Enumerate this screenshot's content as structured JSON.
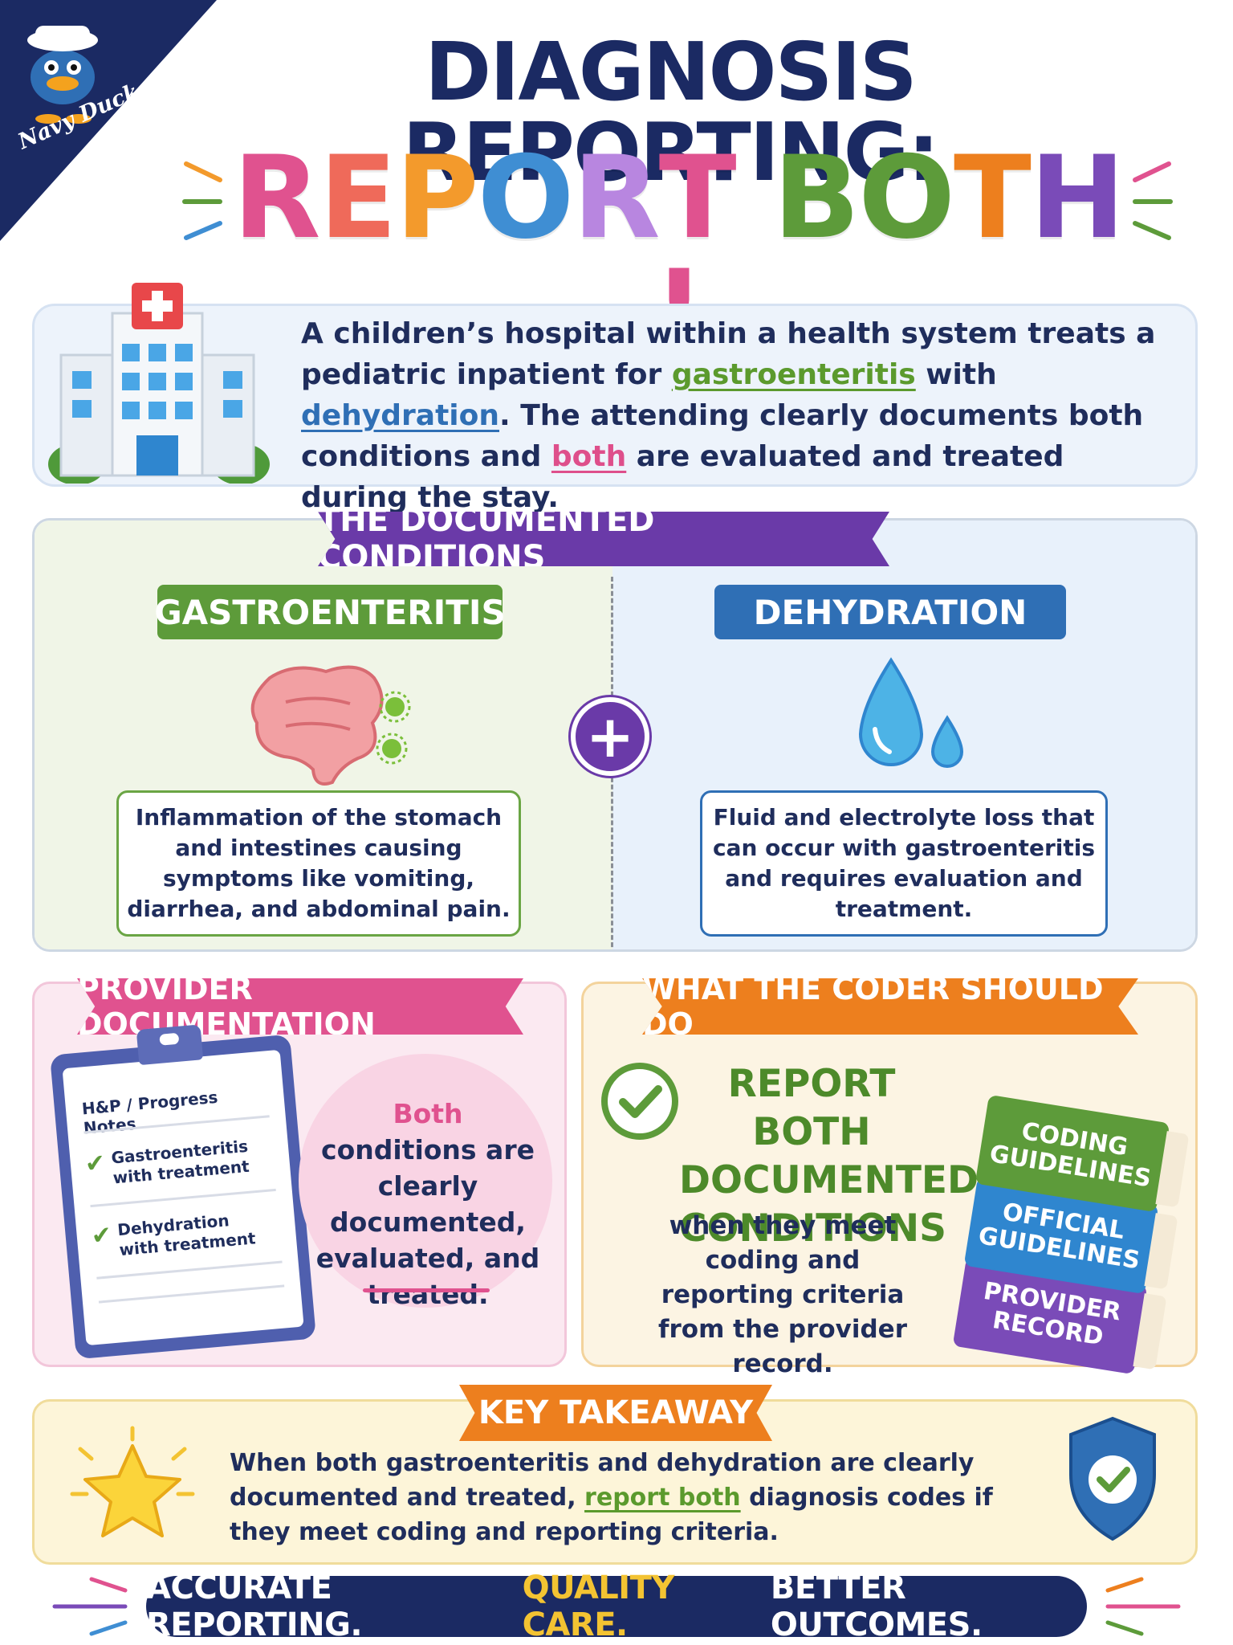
{
  "logo": {
    "text": "Navy Duck",
    "icon": "duck-icon"
  },
  "title": {
    "line1": "DIAGNOSIS REPORTING:",
    "line2_letters": [
      {
        "char": "R",
        "color": "#e0528f"
      },
      {
        "char": "E",
        "color": "#ef6a5a"
      },
      {
        "char": "P",
        "color": "#f39a2c"
      },
      {
        "char": "O",
        "color": "#3f8ed3"
      },
      {
        "char": "R",
        "color": "#b886e0"
      },
      {
        "char": "T",
        "color": "#e0528f"
      },
      {
        "char": " ",
        "color": "#000000"
      },
      {
        "char": "B",
        "color": "#5d9b3a"
      },
      {
        "char": "O",
        "color": "#5d9b3a"
      },
      {
        "char": "T",
        "color": "#ed7f1e"
      },
      {
        "char": "H",
        "color": "#7a4bb8"
      },
      {
        "char": "!",
        "color": "#e0528f"
      }
    ]
  },
  "scenario": {
    "p1": "A children’s hospital within a health system treats a pediatric inpatient for ",
    "term1": "gastroenteritis",
    "p2": " with ",
    "term2": "dehydration",
    "p3": ". The attending clearly documents both conditions and ",
    "term3": "both",
    "p4": " are evaluated and treated during the stay.",
    "icon": "hospital-icon"
  },
  "conditions": {
    "header": "THE DOCUMENTED CONDITIONS",
    "left": {
      "label": "GASTROENTERITIS",
      "desc": "Inflammation of the stomach and intestines causing symptoms like vomiting, diarrhea, and abdominal pain.",
      "icon": "intestine-icon"
    },
    "plus": "+",
    "right": {
      "label": "DEHYDRATION",
      "desc": "Fluid and electrolyte loss that can occur with gastroenteritis and requires evaluation and treatment.",
      "icon": "water-drop-icon"
    }
  },
  "provider": {
    "header": "PROVIDER DOCUMENTATION",
    "clipboard_title": "H&P / Progress Notes",
    "items": [
      "Gastroenteritis with treatment",
      "Dehydration with treatment"
    ],
    "check": "✔",
    "circle_word": "Both",
    "circle_rest": " conditions are clearly documented, evaluated, and treated."
  },
  "coder": {
    "header": "WHAT THE CODER SHOULD DO",
    "headline": "REPORT BOTH DOCUMENTED CONDITIONS",
    "text": "when they meet coding and reporting criteria from the provider record.",
    "books": [
      "CODING GUIDELINES",
      "OFFICIAL GUIDELINES",
      "PROVIDER RECORD"
    ]
  },
  "takeaway": {
    "header": "KEY TAKEAWAY",
    "p1": "When both gastroenteritis and dehydration are clearly documented and treated, ",
    "link": "report both",
    "p2": " diagnosis codes if they meet coding and reporting criteria.",
    "star_icon": "star-icon",
    "shield_icon": "shield-check-icon"
  },
  "footer": {
    "part1": "ACCURATE REPORTING.",
    "part2": "QUALITY CARE.",
    "part3": "BETTER OUTCOMES."
  },
  "colors": {
    "navy": "#1b2a63",
    "green": "#5d9b3a",
    "blue": "#2f6fb5",
    "purple": "#6a3aa8",
    "pink": "#e0528f",
    "orange": "#ed7f1e"
  }
}
